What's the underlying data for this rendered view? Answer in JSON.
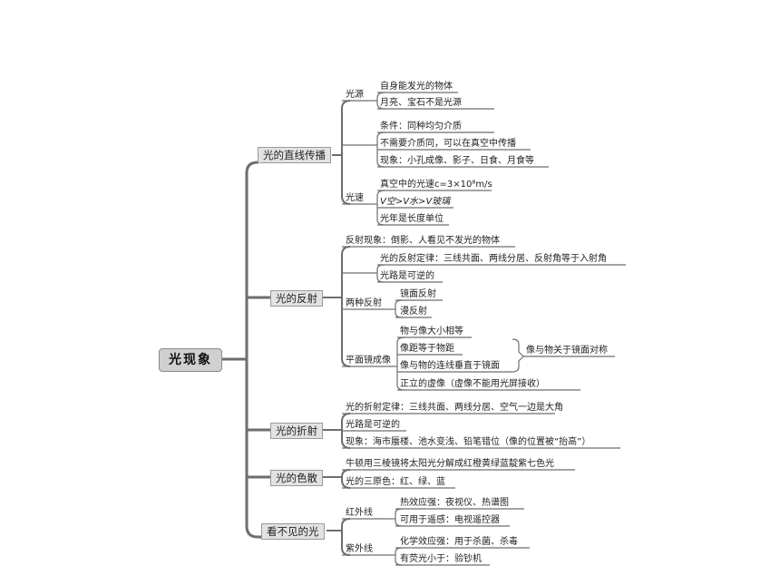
{
  "title": "光现象",
  "branches": [
    {
      "label": "光的直线传播",
      "items": [
        {
          "label": "光源",
          "items": [
            "自身能发光的物体",
            "月亮、宝石不是光源"
          ]
        },
        {
          "label": "",
          "items": [
            "条件：同种均匀介质",
            "不需要介质同，可以在真空中传播",
            "现象：小孔成像、影子、日食、月食等"
          ]
        },
        {
          "label": "光速",
          "items": [
            "真空中的光速c=3×10⁸m/s",
            "V空>V水>V玻璃",
            "光年是长度单位"
          ]
        }
      ]
    },
    {
      "label": "光的反射",
      "items": [
        {
          "label": "反射现象：倒影、人看见不发光的物体"
        },
        {
          "label": "",
          "items": [
            "光的反射定律：三线共面、两线分居、反射角等于入射角",
            "光路是可逆的"
          ]
        },
        {
          "label": "两种反射",
          "items": [
            "镜面反射",
            "漫反射"
          ]
        },
        {
          "label": "平面镜成像",
          "items": [
            "物与像大小相等",
            "像距等于物距",
            "像与物的连线垂直于镜面",
            "正立的虚像（虚像不能用光屏接收）"
          ],
          "bracket_note": "像与物关于镜面对称"
        }
      ]
    },
    {
      "label": "光的折射",
      "items": [
        "光的折射定律：三线共面、两线分居、空气一边是大角",
        "光路是可逆的",
        "现象：海市蜃楼、池水变浅、铅笔错位（像的位置被“抬高”）"
      ]
    },
    {
      "label": "光的色散",
      "items": [
        "牛顿用三棱镜将太阳光分解成红橙黄绿蓝靛紫七色光",
        "光的三原色：红、绿、蓝"
      ]
    },
    {
      "label": "看不见的光",
      "items": [
        {
          "label": "红外线",
          "items": [
            "热效应强：夜视仪、热谱图",
            "可用于遥感：电视遥控器"
          ]
        },
        {
          "label": "紫外线",
          "items": [
            "化学效应强：用于杀菌、杀毒",
            "有荧光小于：验钞机"
          ]
        }
      ]
    }
  ]
}
